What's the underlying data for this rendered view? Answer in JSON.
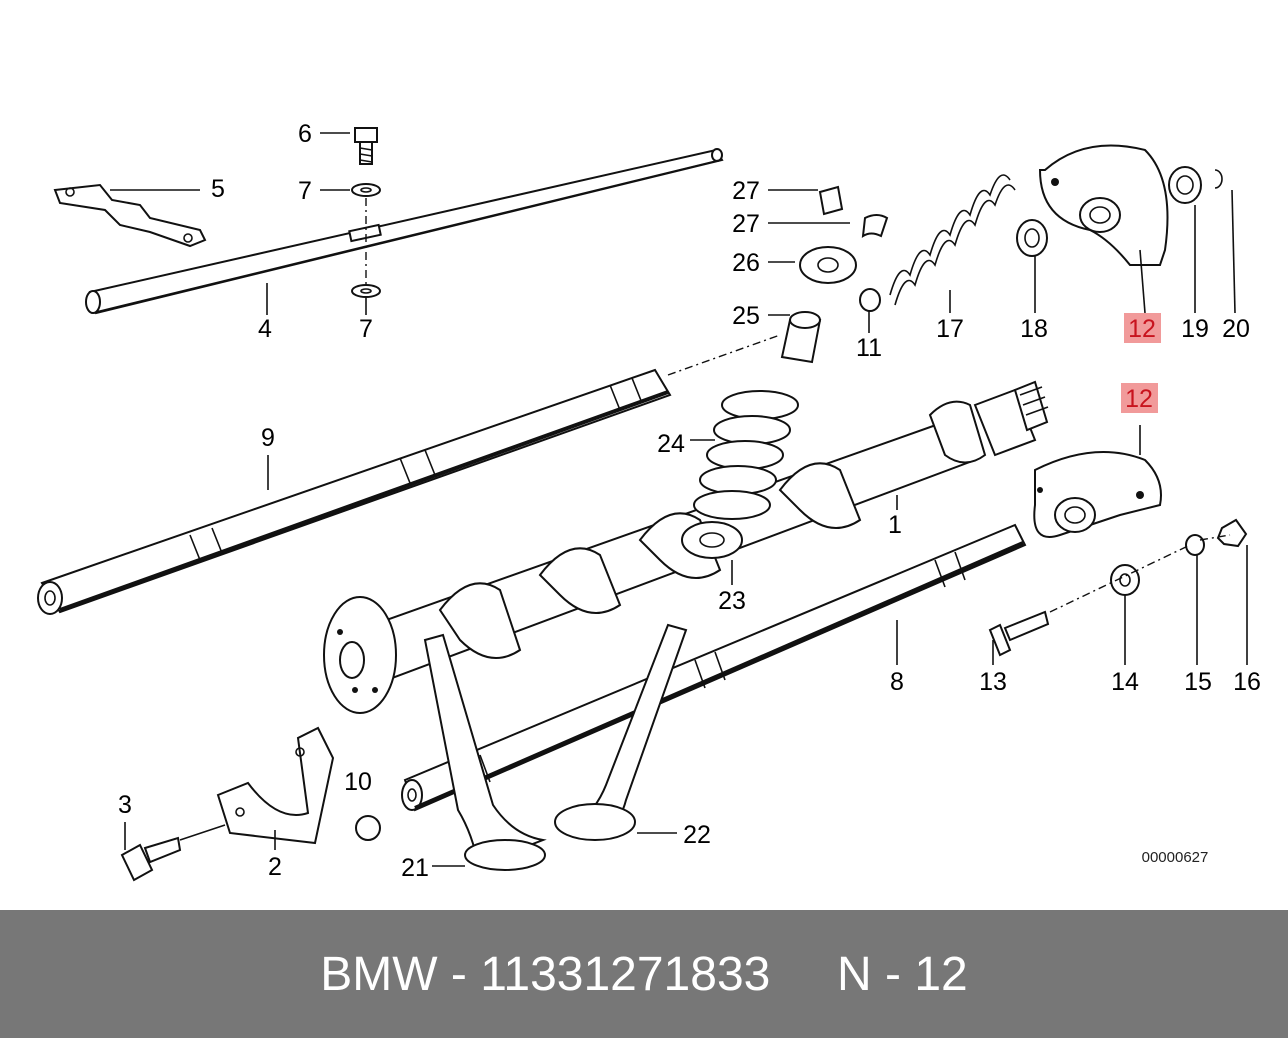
{
  "diagram": {
    "labels": {
      "l1": "1",
      "l2": "2",
      "l3": "3",
      "l4": "4",
      "l5": "5",
      "l6": "6",
      "l7a": "7",
      "l7b": "7",
      "l8": "8",
      "l9": "9",
      "l10": "10",
      "l11": "11",
      "l12a": "12",
      "l12b": "12",
      "l13": "13",
      "l14": "14",
      "l15": "15",
      "l16": "16",
      "l17": "17",
      "l18": "18",
      "l19": "19",
      "l20": "20",
      "l21": "21",
      "l22": "22",
      "l23": "23",
      "l24": "24",
      "l25": "25",
      "l26": "26",
      "l27a": "27",
      "l27b": "27"
    },
    "drawing_code": "00000627",
    "highlight_color": "#f19a9a"
  },
  "footer": {
    "brand": "BMW",
    "part_number": "11331271833",
    "position": "N - 12",
    "text": "BMW - 11331271833     N - 12",
    "background": "#777777"
  }
}
